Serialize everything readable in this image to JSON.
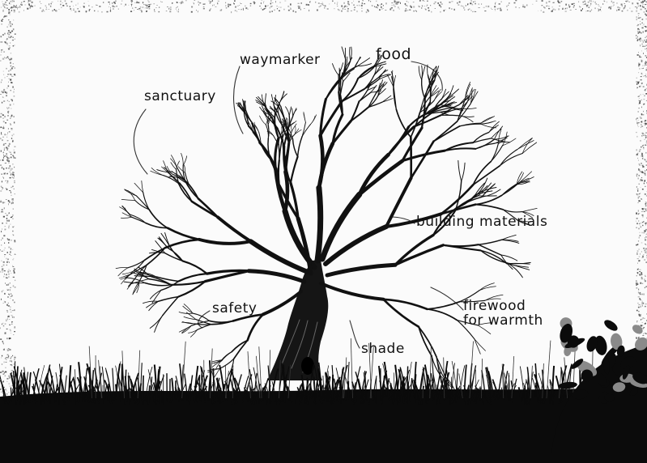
{
  "colors": {
    "ink": "#111111",
    "paper": "#fbfbfb",
    "ground": "#0b0b0b",
    "grunge": "#3a3a3a"
  },
  "labels": {
    "sanctuary": "sanctuary",
    "waymarker": "waymarker",
    "food": "food",
    "building_materials": "building materials",
    "safety": "safety",
    "firewood_line1": "firewood",
    "firewood_line2": "for warmth",
    "shade": "shade"
  }
}
